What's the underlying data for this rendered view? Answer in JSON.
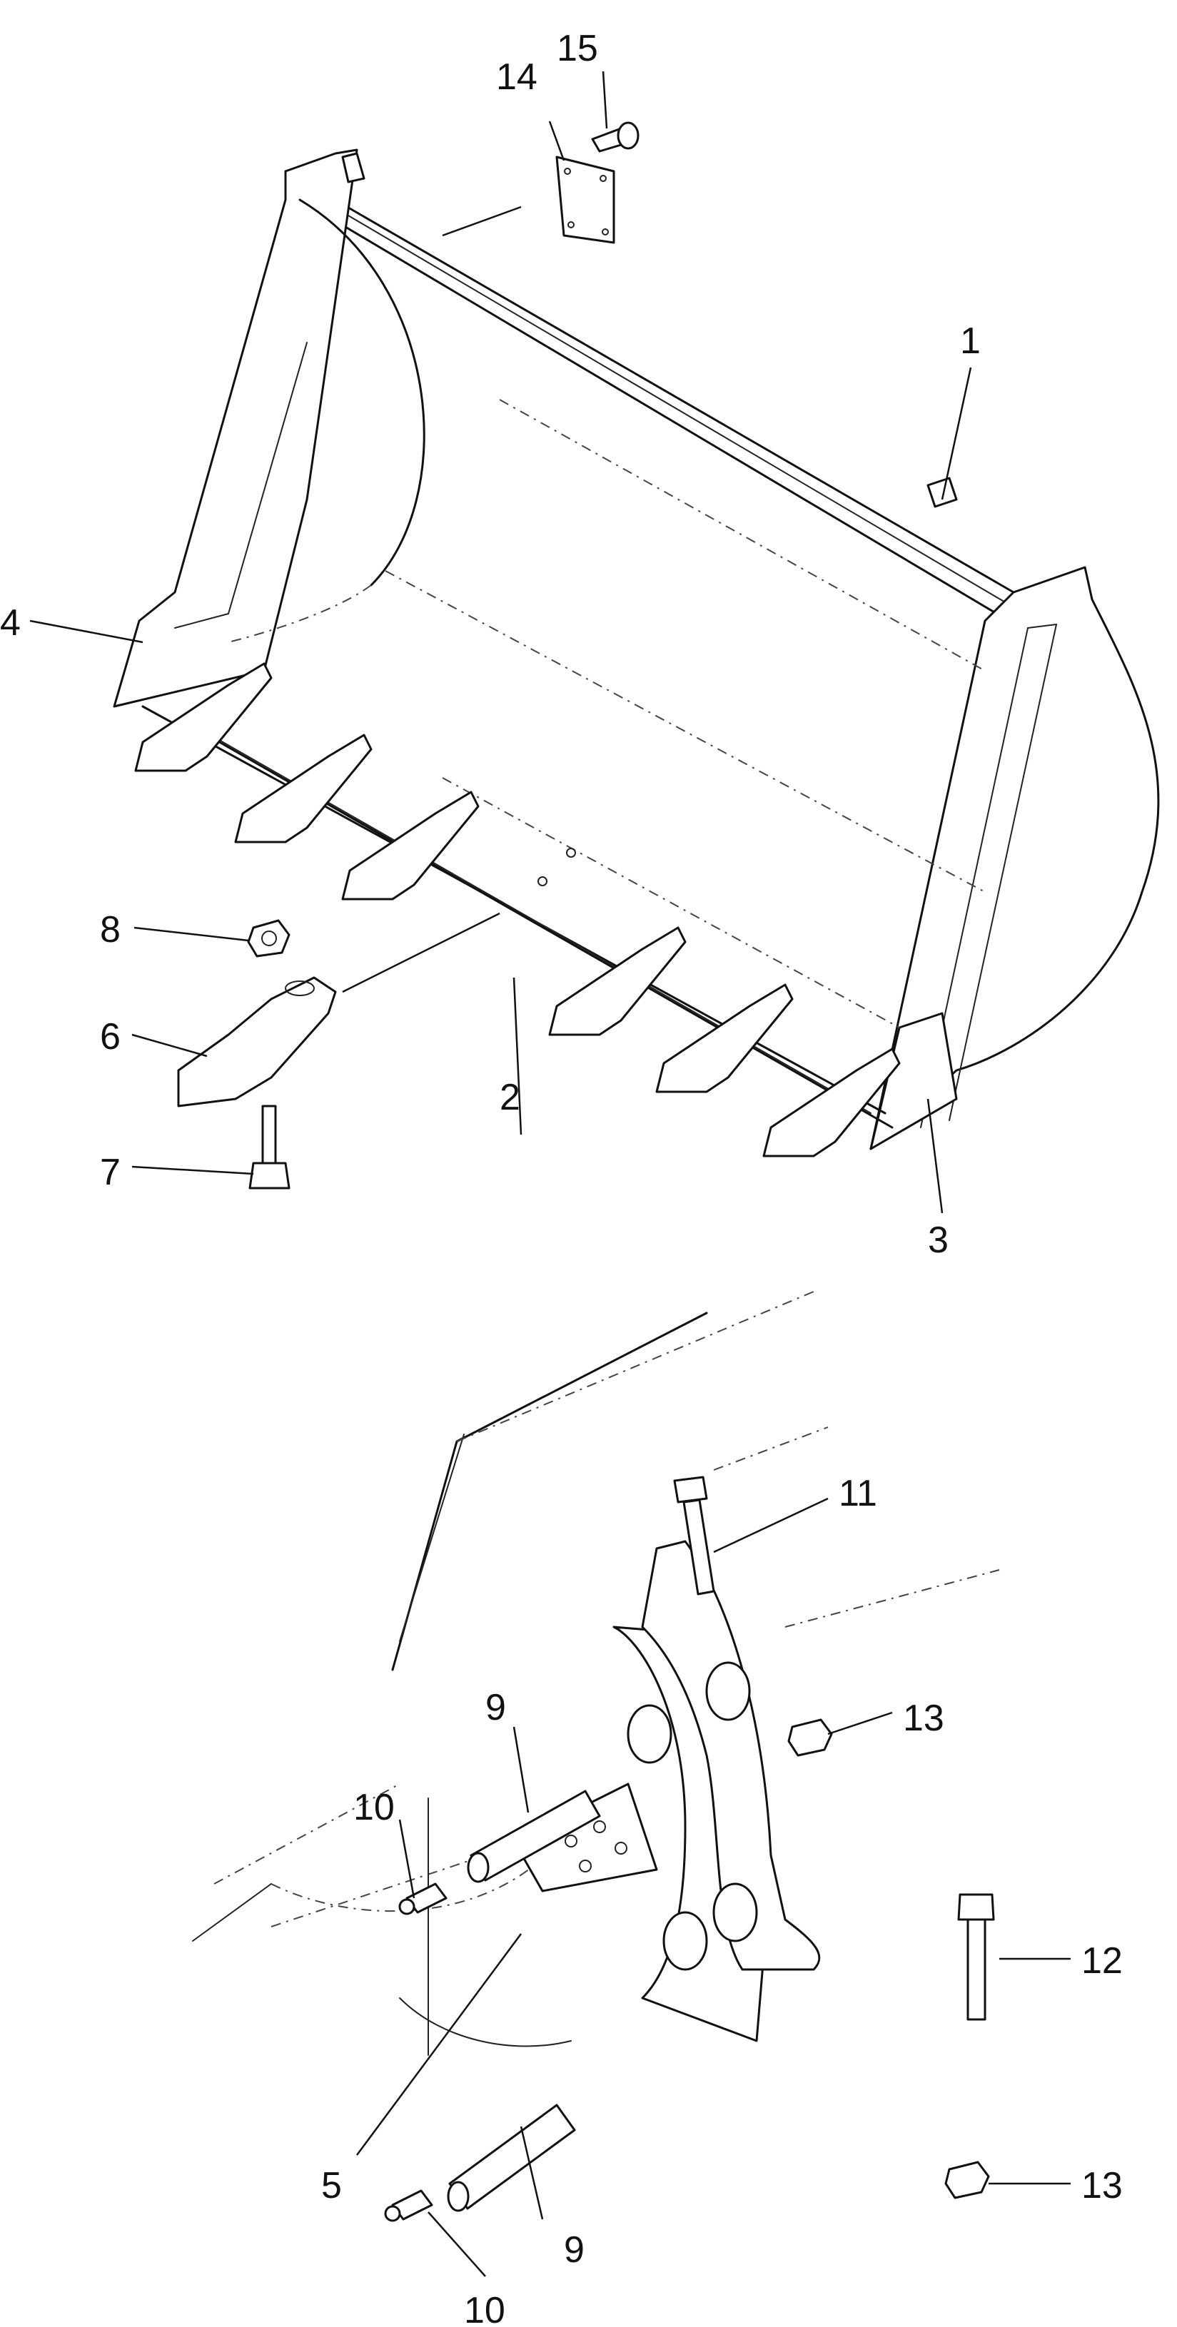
{
  "callouts": [
    {
      "id": "p1",
      "text": "1"
    },
    {
      "id": "p2",
      "text": "2"
    },
    {
      "id": "p3",
      "text": "3"
    },
    {
      "id": "p4",
      "text": "4"
    },
    {
      "id": "p5",
      "text": "5"
    },
    {
      "id": "p6",
      "text": "6"
    },
    {
      "id": "p7",
      "text": "7"
    },
    {
      "id": "p8",
      "text": "8"
    },
    {
      "id": "p9a",
      "text": "9"
    },
    {
      "id": "p9b",
      "text": "9"
    },
    {
      "id": "p10a",
      "text": "10"
    },
    {
      "id": "p10b",
      "text": "10"
    },
    {
      "id": "p11",
      "text": "11"
    },
    {
      "id": "p12",
      "text": "12"
    },
    {
      "id": "p13a",
      "text": "13"
    },
    {
      "id": "p13b",
      "text": "13"
    },
    {
      "id": "p14",
      "text": "14"
    },
    {
      "id": "p15",
      "text": "15"
    }
  ]
}
